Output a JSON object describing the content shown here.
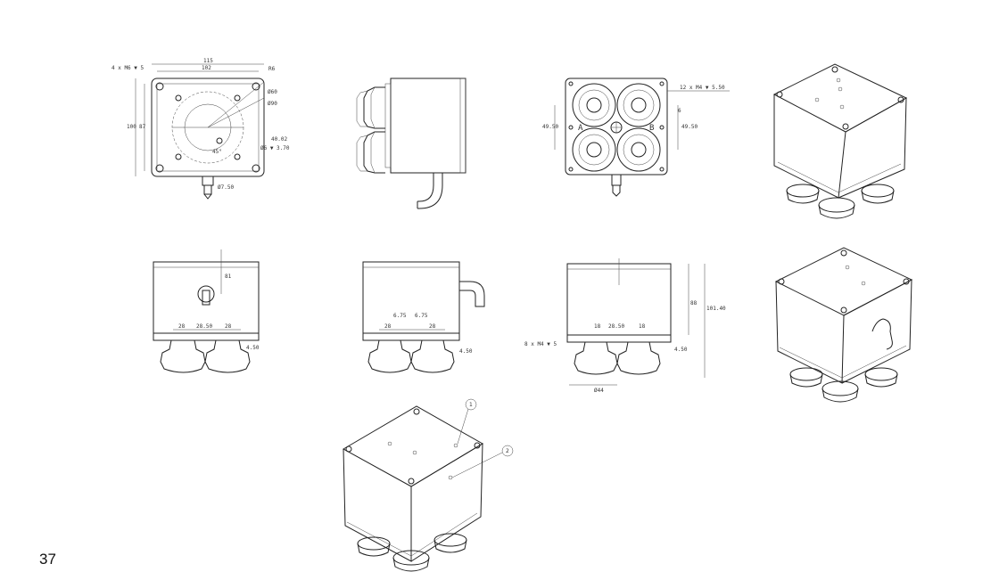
{
  "page_number": "37",
  "top_view": {
    "bolt_note": "4 x M6 ▼ 5",
    "width_outer": "115",
    "width_inner": "102",
    "radius": "R6",
    "height_outer": "100",
    "height_inner": "87",
    "dia_60": "Ø60",
    "dia_90": "Ø90",
    "angle": "40.02",
    "angle2": "45°",
    "hole_note": "Ø6 ▼ 3.70",
    "port_dia": "Ø7.50"
  },
  "bottom_view": {
    "thread_note": "12 x M4 ▼ 5.50",
    "pitch_left": "49.50",
    "pitch_right": "49.50",
    "label_a": "A",
    "label_b": "B",
    "small_dim": "6"
  },
  "front_view": {
    "port_height": "81",
    "spacing_1": "28",
    "spacing_2": "28.50",
    "spacing_3": "28",
    "cup_height": "4.50"
  },
  "side_view_2": {
    "offset_1": "6.75",
    "offset_2": "6.75",
    "cup_height": "4.50",
    "pitch_1": "28",
    "pitch_2": "28"
  },
  "side_view_3": {
    "thread_note": "8 x M4 ▼ 5",
    "pitch_1": "18",
    "pitch_2": "28.50",
    "pitch_3": "18",
    "body_height": "88",
    "total_height": "101.40",
    "cup_height": "4.50",
    "cup_dia": "Ø44"
  },
  "callouts": {
    "one": "1",
    "two": "2"
  }
}
